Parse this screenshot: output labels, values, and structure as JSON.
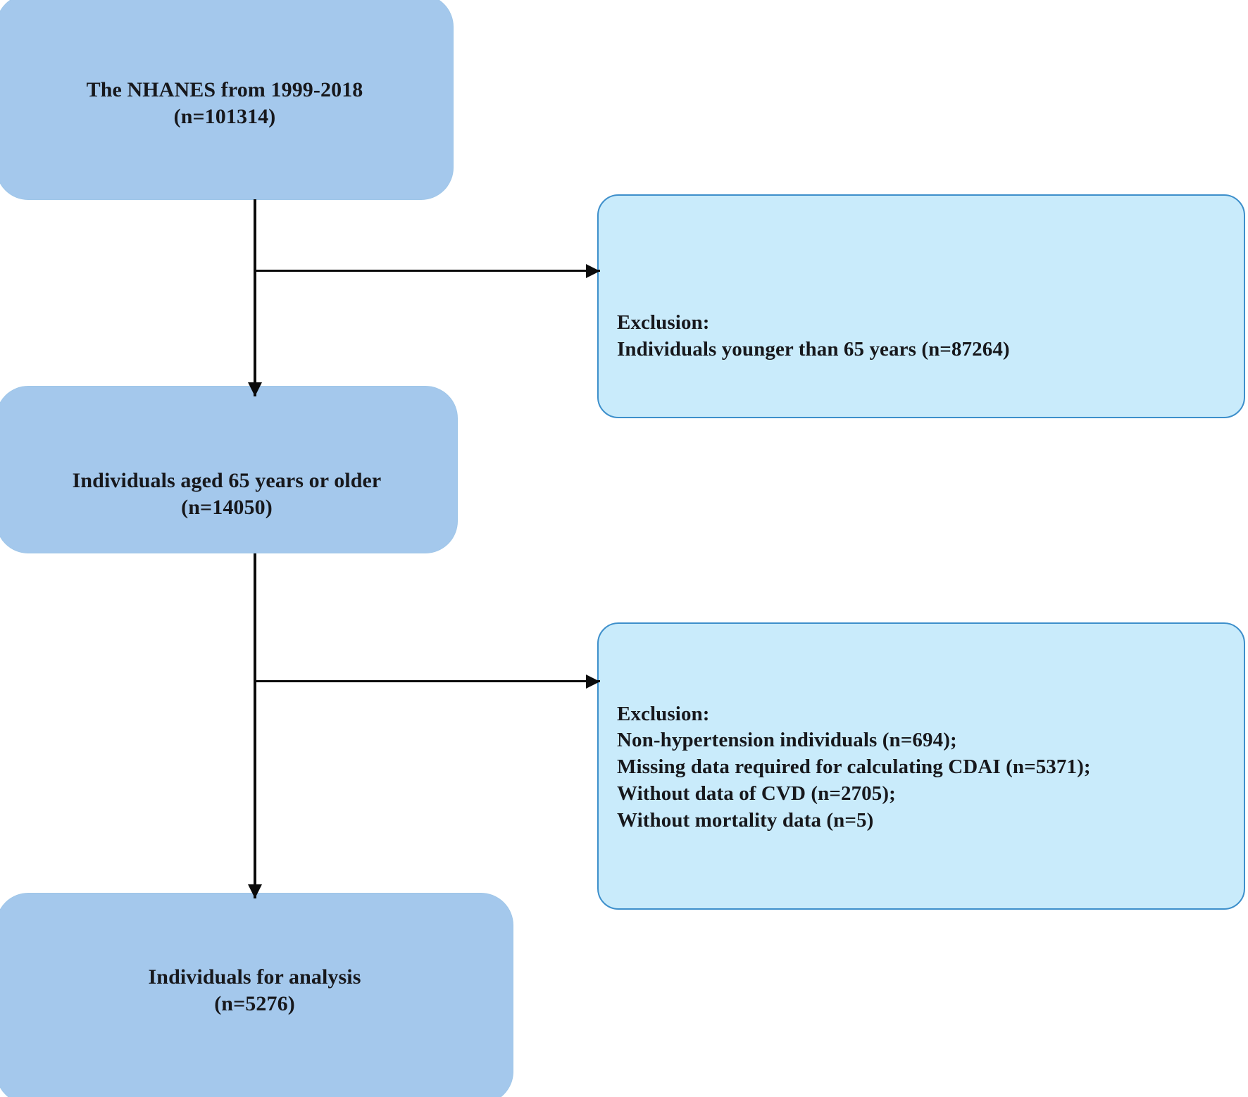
{
  "diagram": {
    "title": "NHANES participant selection flow diagram",
    "colors": {
      "primary_box_fill": "#a4c8ec",
      "exclusion_box_fill": "#c9ebfb",
      "exclusion_box_border": "#3d8fcb",
      "connector": "#0b0b0b",
      "text": "#17181c",
      "background": "#ffffff"
    },
    "nodes": {
      "source": {
        "label": "The NHANES from 1999-2018\n(n=101314)",
        "line1": "The NHANES from 1999-2018",
        "line2": "(n=101314)",
        "count": 101314,
        "type": "population"
      },
      "elderly": {
        "label": "Individuals aged 65 years or older\n(n=14050)",
        "line1": "Individuals aged 65 years or older",
        "line2": "(n=14050)",
        "count": 14050,
        "type": "population"
      },
      "analysis": {
        "label": "Individuals for analysis\n(n=5276)",
        "line1": "Individuals for analysis",
        "line2": "(n=5276)",
        "count": 5276,
        "type": "population"
      },
      "exclusion_1": {
        "heading": "Exclusion:",
        "label": "Exclusion:\nIndividuals younger than 65 years (n=87264)",
        "items": [
          {
            "text": "Individuals younger than 65 years (n=87264)",
            "count": 87264
          }
        ],
        "type": "exclusion"
      },
      "exclusion_2": {
        "heading": "Exclusion:",
        "label": "Exclusion:\nNon-hypertension individuals (n=694);\nMissing data required for calculating CDAI (n=5371);\nWithout data of CVD (n=2705);\nWithout mortality data (n=5)",
        "items": [
          {
            "text": "Non-hypertension individuals (n=694);",
            "count": 694
          },
          {
            "text": "Missing data required for calculating CDAI (n=5371);",
            "count": 5371
          },
          {
            "text": "Without data of CVD (n=2705);",
            "count": 2705
          },
          {
            "text": "Without mortality data (n=5)",
            "count": 5
          }
        ],
        "type": "exclusion"
      }
    },
    "edges": [
      {
        "from": "source",
        "to": "elderly",
        "direction": "down"
      },
      {
        "from": "source",
        "to": "exclusion_1",
        "direction": "right"
      },
      {
        "from": "elderly",
        "to": "analysis",
        "direction": "down"
      },
      {
        "from": "elderly",
        "to": "exclusion_2",
        "direction": "right"
      }
    ]
  }
}
